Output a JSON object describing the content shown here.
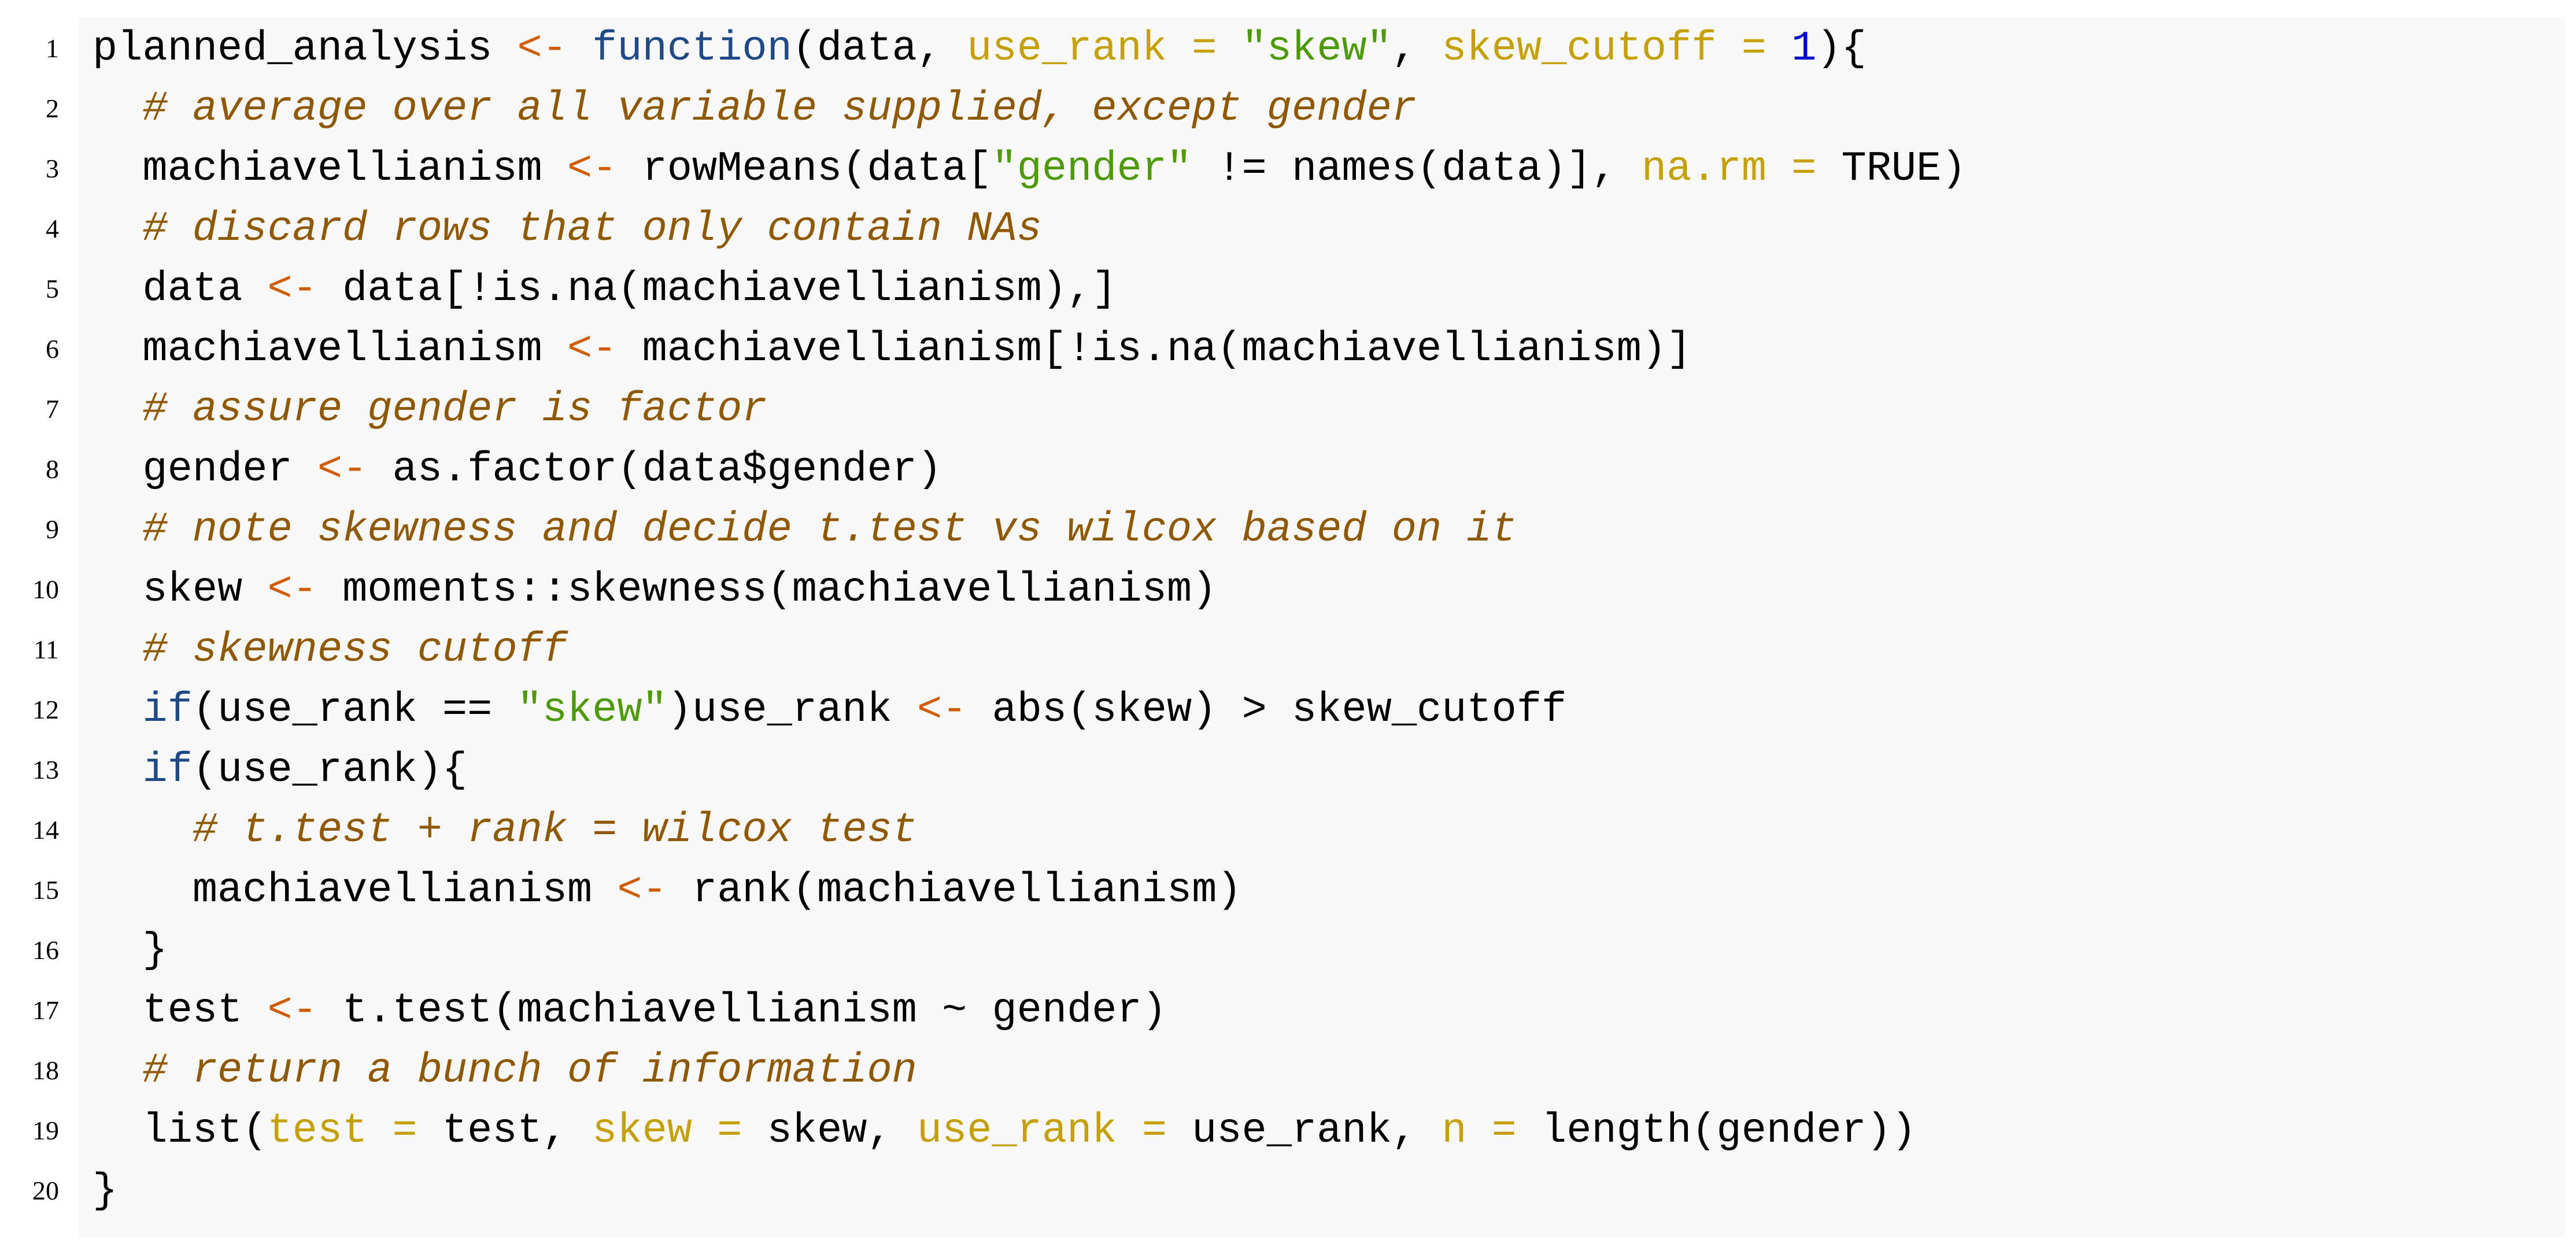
{
  "code_block": {
    "language": "R",
    "background": "#f8f8f8",
    "colors": {
      "keyword": "#204a87",
      "argument": "#c4a000",
      "operator": "#ce5c00",
      "string": "#4e9a06",
      "number": "#0000cf",
      "comment": "#8f5902",
      "plain": "#000000"
    },
    "lines": [
      {
        "n": "1",
        "tokens": [
          {
            "t": "plain",
            "v": "planned_analysis "
          },
          {
            "t": "op",
            "v": "<-"
          },
          {
            "t": "plain",
            "v": " "
          },
          {
            "t": "kw",
            "v": "function"
          },
          {
            "t": "plain",
            "v": "(data, "
          },
          {
            "t": "arg",
            "v": "use_rank ="
          },
          {
            "t": "plain",
            "v": " "
          },
          {
            "t": "str",
            "v": "\"skew\""
          },
          {
            "t": "plain",
            "v": ", "
          },
          {
            "t": "arg",
            "v": "skew_cutoff ="
          },
          {
            "t": "plain",
            "v": " "
          },
          {
            "t": "num",
            "v": "1"
          },
          {
            "t": "plain",
            "v": "){"
          }
        ]
      },
      {
        "n": "2",
        "tokens": [
          {
            "t": "plain",
            "v": "  "
          },
          {
            "t": "com",
            "v": "# average over all variable supplied, except gender"
          }
        ]
      },
      {
        "n": "3",
        "tokens": [
          {
            "t": "plain",
            "v": "  machiavellianism "
          },
          {
            "t": "op",
            "v": "<-"
          },
          {
            "t": "plain",
            "v": " rowMeans(data["
          },
          {
            "t": "str",
            "v": "\"gender\""
          },
          {
            "t": "plain",
            "v": " != names(data)], "
          },
          {
            "t": "arg",
            "v": "na.rm ="
          },
          {
            "t": "plain",
            "v": " TRUE)"
          }
        ]
      },
      {
        "n": "4",
        "tokens": [
          {
            "t": "plain",
            "v": "  "
          },
          {
            "t": "com",
            "v": "# discard rows that only contain NAs"
          }
        ]
      },
      {
        "n": "5",
        "tokens": [
          {
            "t": "plain",
            "v": "  data "
          },
          {
            "t": "op",
            "v": "<-"
          },
          {
            "t": "plain",
            "v": " data[!is.na(machiavellianism),]"
          }
        ]
      },
      {
        "n": "6",
        "tokens": [
          {
            "t": "plain",
            "v": "  machiavellianism "
          },
          {
            "t": "op",
            "v": "<-"
          },
          {
            "t": "plain",
            "v": " machiavellianism[!is.na(machiavellianism)]"
          }
        ]
      },
      {
        "n": "7",
        "tokens": [
          {
            "t": "plain",
            "v": "  "
          },
          {
            "t": "com",
            "v": "# assure gender is factor"
          }
        ]
      },
      {
        "n": "8",
        "tokens": [
          {
            "t": "plain",
            "v": "  gender "
          },
          {
            "t": "op",
            "v": "<-"
          },
          {
            "t": "plain",
            "v": " as.factor(data$gender)"
          }
        ]
      },
      {
        "n": "9",
        "tokens": [
          {
            "t": "plain",
            "v": "  "
          },
          {
            "t": "com",
            "v": "# note skewness and decide t.test vs wilcox based on it"
          }
        ]
      },
      {
        "n": "10",
        "tokens": [
          {
            "t": "plain",
            "v": "  skew "
          },
          {
            "t": "op",
            "v": "<-"
          },
          {
            "t": "plain",
            "v": " moments::skewness(machiavellianism)"
          }
        ]
      },
      {
        "n": "11",
        "tokens": [
          {
            "t": "plain",
            "v": "  "
          },
          {
            "t": "com",
            "v": "# skewness cutoff"
          }
        ]
      },
      {
        "n": "12",
        "tokens": [
          {
            "t": "plain",
            "v": "  "
          },
          {
            "t": "kw",
            "v": "if"
          },
          {
            "t": "plain",
            "v": "(use_rank == "
          },
          {
            "t": "str",
            "v": "\"skew\""
          },
          {
            "t": "plain",
            "v": ")use_rank "
          },
          {
            "t": "op",
            "v": "<-"
          },
          {
            "t": "plain",
            "v": " abs(skew) > skew_cutoff"
          }
        ]
      },
      {
        "n": "13",
        "tokens": [
          {
            "t": "plain",
            "v": "  "
          },
          {
            "t": "kw",
            "v": "if"
          },
          {
            "t": "plain",
            "v": "(use_rank){"
          }
        ]
      },
      {
        "n": "14",
        "tokens": [
          {
            "t": "plain",
            "v": "    "
          },
          {
            "t": "com",
            "v": "# t.test + rank = wilcox test"
          }
        ]
      },
      {
        "n": "15",
        "tokens": [
          {
            "t": "plain",
            "v": "    machiavellianism "
          },
          {
            "t": "op",
            "v": "<-"
          },
          {
            "t": "plain",
            "v": " rank(machiavellianism)"
          }
        ]
      },
      {
        "n": "16",
        "tokens": [
          {
            "t": "plain",
            "v": "  }"
          }
        ]
      },
      {
        "n": "17",
        "tokens": [
          {
            "t": "plain",
            "v": "  test "
          },
          {
            "t": "op",
            "v": "<-"
          },
          {
            "t": "plain",
            "v": " t.test(machiavellianism ~ gender)"
          }
        ]
      },
      {
        "n": "18",
        "tokens": [
          {
            "t": "plain",
            "v": "  "
          },
          {
            "t": "com",
            "v": "# return a bunch of information"
          }
        ]
      },
      {
        "n": "19",
        "tokens": [
          {
            "t": "plain",
            "v": "  list("
          },
          {
            "t": "arg",
            "v": "test ="
          },
          {
            "t": "plain",
            "v": " test, "
          },
          {
            "t": "arg",
            "v": "skew ="
          },
          {
            "t": "plain",
            "v": " skew, "
          },
          {
            "t": "arg",
            "v": "use_rank ="
          },
          {
            "t": "plain",
            "v": " use_rank, "
          },
          {
            "t": "arg",
            "v": "n ="
          },
          {
            "t": "plain",
            "v": " length(gender))"
          }
        ]
      },
      {
        "n": "20",
        "tokens": [
          {
            "t": "plain",
            "v": "}"
          }
        ]
      }
    ]
  }
}
